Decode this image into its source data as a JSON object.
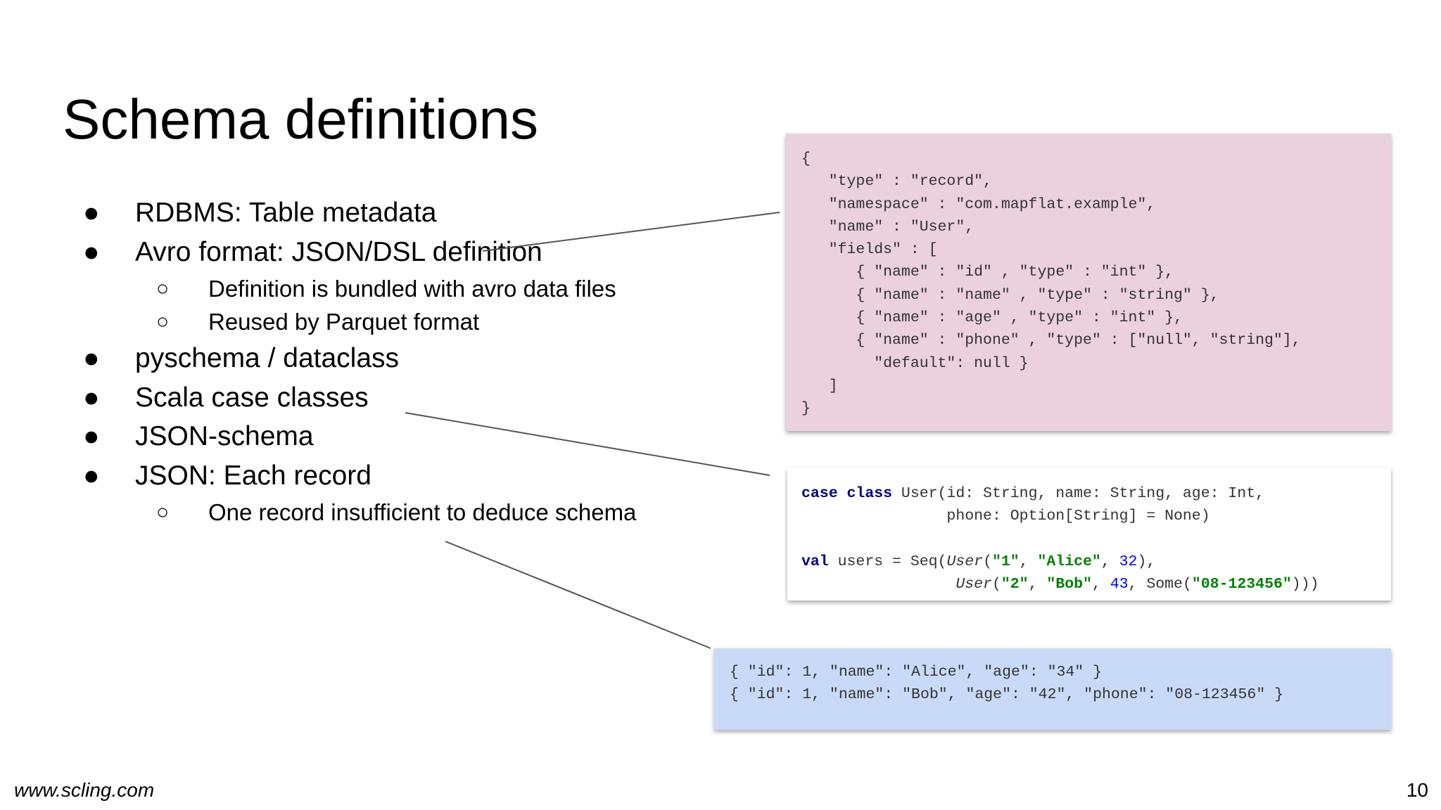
{
  "slide": {
    "title": "Schema definitions",
    "bullets": [
      {
        "marker": "●",
        "text": "RDBMS: Table metadata"
      },
      {
        "marker": "●",
        "text": "Avro format: JSON/DSL definition"
      },
      {
        "marker": "○",
        "text": "Definition is bundled with avro data files"
      },
      {
        "marker": "○",
        "text": "Reused by Parquet format"
      },
      {
        "marker": "●",
        "text": "pyschema / dataclass"
      },
      {
        "marker": "●",
        "text": "Scala case classes"
      },
      {
        "marker": "●",
        "text": "JSON-schema"
      },
      {
        "marker": "●",
        "text": "JSON: Each record"
      },
      {
        "marker": "○",
        "text": "One record insufficient to deduce schema"
      }
    ],
    "avro_code": {
      "lines": [
        "{",
        "   \"type\" : \"record\",",
        "   \"namespace\" : \"com.mapflat.example\",",
        "   \"name\" : \"User\",",
        "   \"fields\" : [",
        "      { \"name\" : \"id\" , \"type\" : \"int\" },",
        "      { \"name\" : \"name\" , \"type\" : \"string\" },",
        "      { \"name\" : \"age\" , \"type\" : \"int\" },",
        "      { \"name\" : \"phone\" , \"type\" : [\"null\", \"string\"],",
        "        \"default\": null }",
        "   ]",
        "}"
      ]
    },
    "scala_code": {
      "line1": {
        "kw1": "case",
        "kw2": "class",
        "rest": " User(id: String, name: String, age: Int,"
      },
      "line2": {
        "text": "                phone: Option[String] = None)"
      },
      "line3": {
        "kw": "val",
        "t1": " users = Seq(",
        "ctor1": "User",
        "t2": "(",
        "s1": "\"1\"",
        "t3": ", ",
        "s2": "\"Alice\"",
        "t4": ", ",
        "n1": "32",
        "t5": "),"
      },
      "line4": {
        "indent": "                 ",
        "ctor2": "User",
        "t1": "(",
        "s1": "\"2\"",
        "t2": ", ",
        "s2": "\"Bob\"",
        "t3": ", ",
        "n1": "43",
        "t4": ", Some(",
        "s3": "\"08-123456\"",
        "t5": ")))"
      }
    },
    "json_code": {
      "lines": [
        "{ \"id\": 1, \"name\": \"Alice\", \"age\": \"34\" }",
        "{ \"id\": 1, \"name\": \"Bob\", \"age\": \"42\", \"phone\": \"08-123456\" }"
      ]
    },
    "footer_url": "www.scling.com",
    "page_number": "10"
  }
}
